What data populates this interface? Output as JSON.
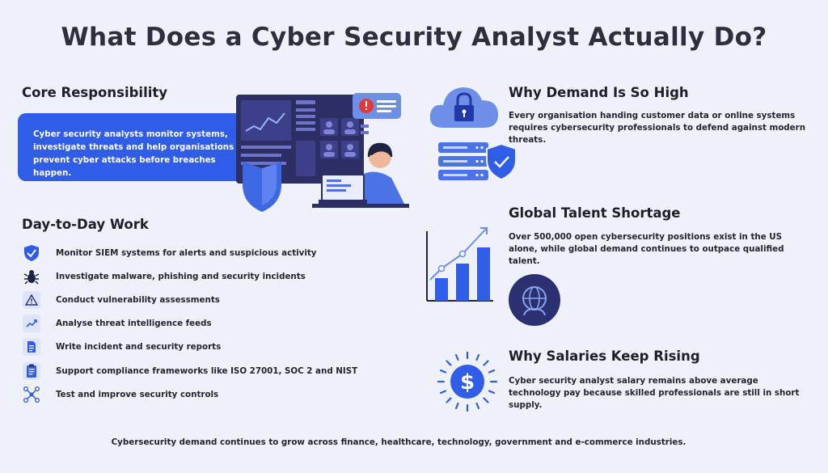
{
  "title": "What Does a Cyber Security Analyst Actually Do?",
  "core": {
    "heading": "Core Responsibility",
    "text": "Cyber security analysts monitor systems, investigate threats and help organisations prevent cyber attacks before breaches happen."
  },
  "work": {
    "heading": "Day-to-Day Work",
    "items": [
      {
        "label": "Monitor SIEM systems for alerts and suspicious activity",
        "icon": "shield-check-icon"
      },
      {
        "label": "Investigate malware, phishing and security incidents",
        "icon": "bug-icon"
      },
      {
        "label": "Conduct vulnerability assessments",
        "icon": "warning-icon"
      },
      {
        "label": "Analyse threat intelligence feeds",
        "icon": "trend-line-icon"
      },
      {
        "label": "Write incident and security reports",
        "icon": "document-icon"
      },
      {
        "label": "Support compliance frameworks like ISO 27001, SOC 2 and NIST",
        "icon": "clipboard-icon"
      },
      {
        "label": "Test and improve security controls",
        "icon": "network-icon"
      }
    ]
  },
  "demand": {
    "heading": "Why Demand Is So High",
    "text": "Every organisation handing customer data or online systems requires cybersecurity professionals to defend against modern threats."
  },
  "shortage": {
    "heading": "Global Talent Shortage",
    "text": "Over 500,000 open cybersecurity positions exist in the US alone, while global demand continues to outpace qualified talent."
  },
  "salaries": {
    "heading": "Why Salaries Keep Rising",
    "text": "Cyber security analyst salary remains above average technology pay because skilled professionals are still in short supply."
  },
  "footer": "Cybersecurity demand continues to grow across finance, healthcare, technology, government and e-commerce industries.",
  "colors": {
    "accent": "#2f5de8",
    "dark_navy": "#2b3070",
    "light_blue": "#6e8fe8",
    "background": "#eef1f9"
  }
}
